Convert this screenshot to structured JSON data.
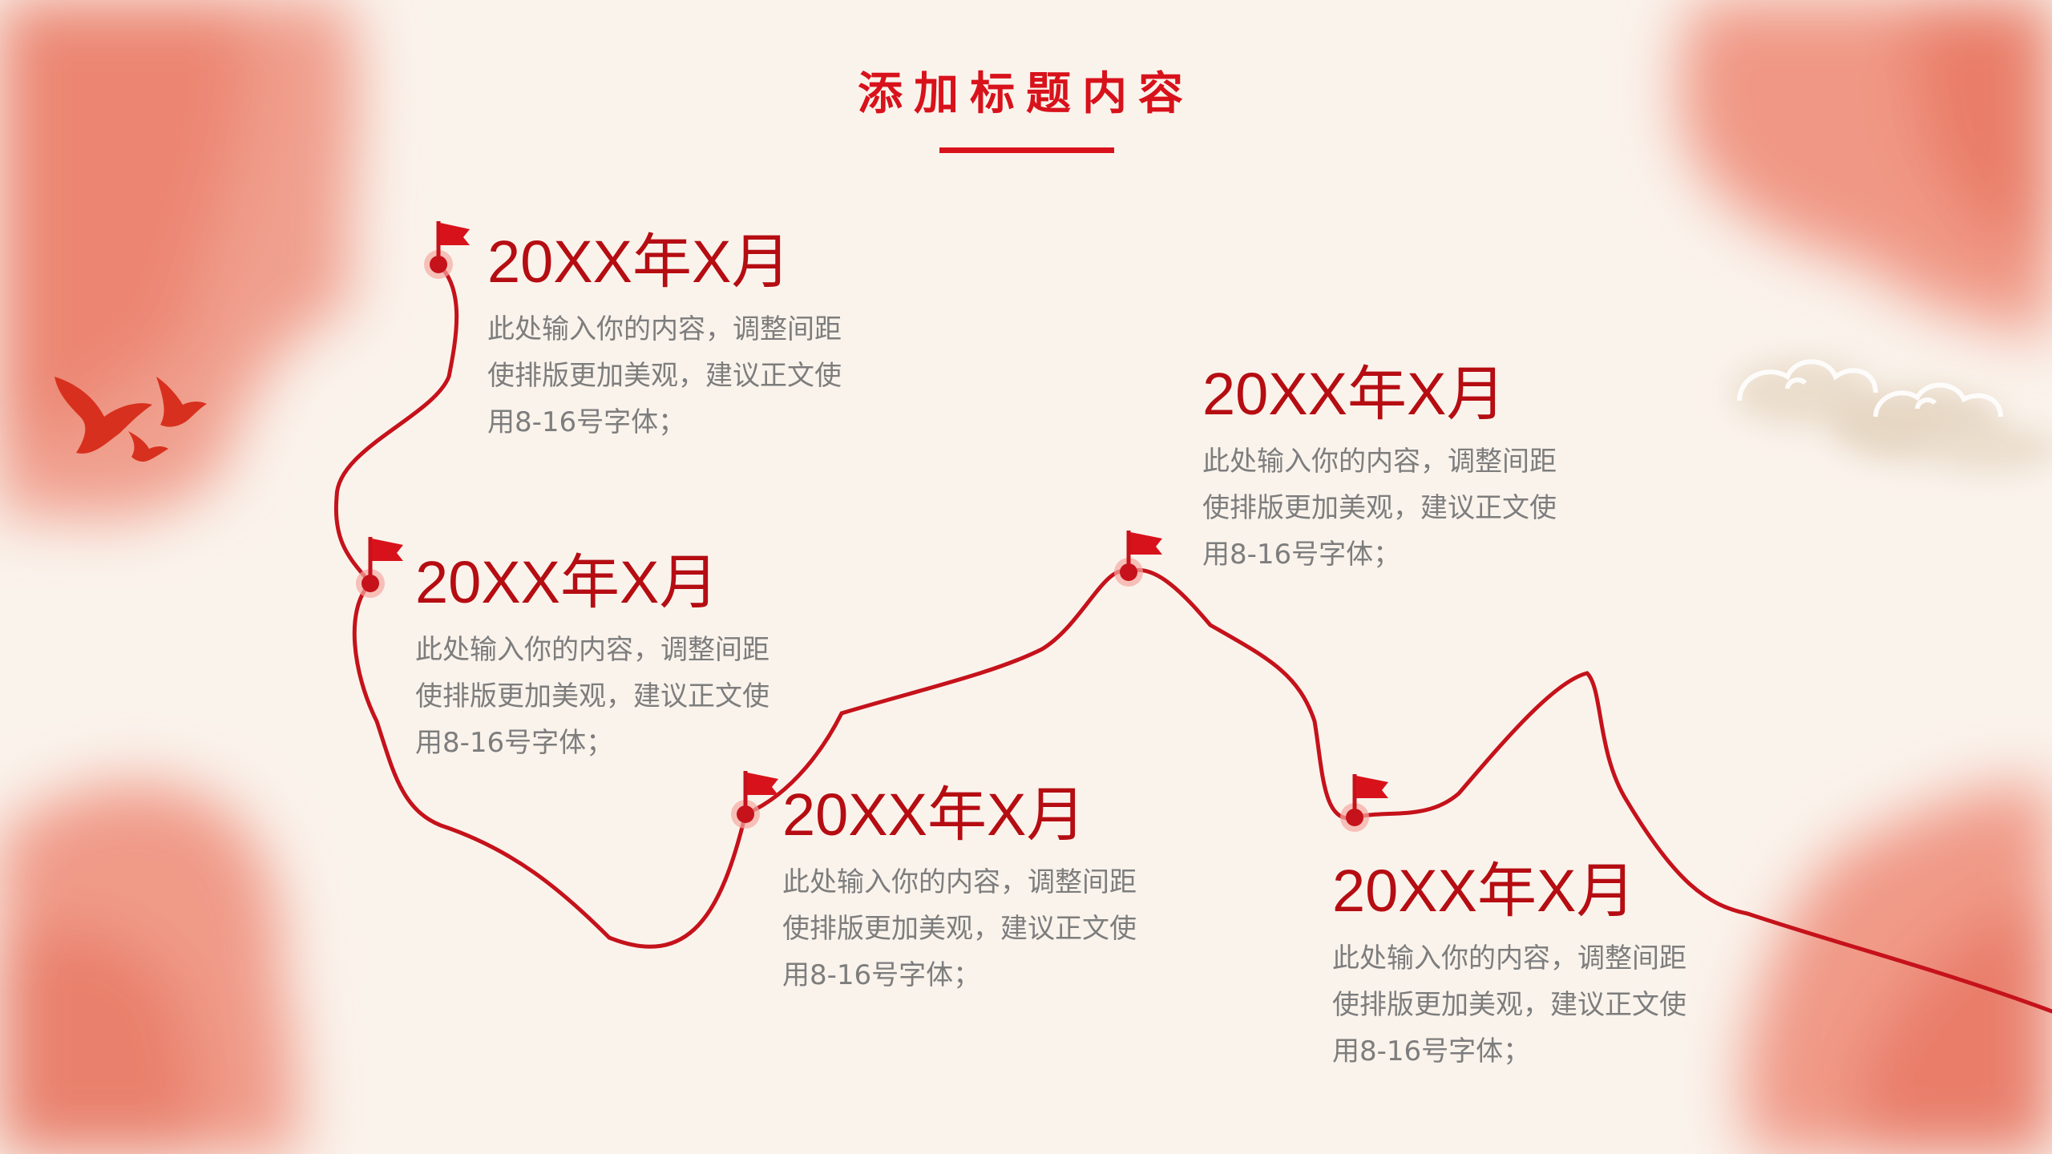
{
  "title": "添加标题内容",
  "colors": {
    "accent": "#d8121b",
    "date": "#b50d12",
    "text": "#7d7d7d",
    "background": "#faf3ec"
  },
  "milestones": [
    {
      "date": "20XX年X月",
      "line1": "此处输入你的内容，调整间距",
      "line2": "使排版更加美观，建议正文使",
      "line3": "用8-16号字体；"
    },
    {
      "date": "20XX年X月",
      "line1": "此处输入你的内容，调整间距",
      "line2": "使排版更加美观，建议正文使",
      "line3": "用8-16号字体；"
    },
    {
      "date": "20XX年X月",
      "line1": "此处输入你的内容，调整间距",
      "line2": "使排版更加美观，建议正文使",
      "line3": "用8-16号字体；"
    },
    {
      "date": "20XX年X月",
      "line1": "此处输入你的内容，调整间距",
      "line2": "使排版更加美观，建议正文使",
      "line3": "用8-16号字体；"
    },
    {
      "date": "20XX年X月",
      "line1": "此处输入你的内容，调整间距",
      "line2": "使排版更加美观，建议正文使",
      "line3": "用8-16号字体；"
    }
  ],
  "icons": [
    "flag-icon",
    "dove-icon",
    "cloud-icon",
    "watercolor-blot"
  ]
}
